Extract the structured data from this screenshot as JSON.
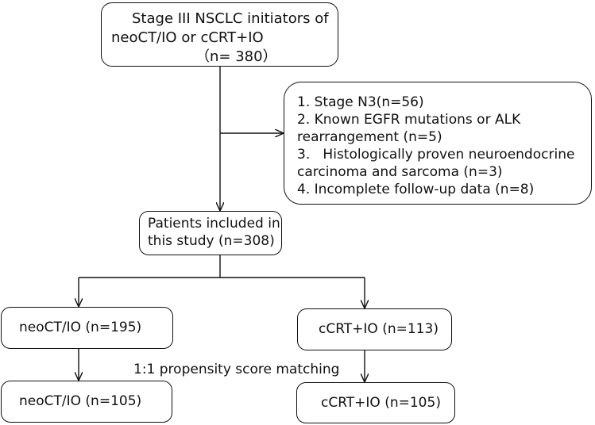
{
  "initial": {
    "lines": [
      "Stage III NSCLC initiators of",
      "neoCT/IO or cCRT+IO",
      "（n= 380）"
    ]
  },
  "exclusion": {
    "lines": [
      "1. Stage N3(n=56)",
      "2. Known EGFR mutations or ALK",
      "rearrangement (n=5)",
      "3.   Histologically proven neuroendocrine",
      "carcinoma and sarcoma (n=3)",
      "4. Incomplete follow-up data (n=8)"
    ]
  },
  "included": {
    "lines": [
      "Patients included in",
      "this study (n=308)"
    ]
  },
  "neoct_before": "neoCT/IO (n=195)",
  "ccrt_before": "cCRT+IO (n=113)",
  "matching_label": "1:1 propensity score matching",
  "neoct_after": "neoCT/IO (n=105)",
  "ccrt_after": "cCRT+IO (n=105)"
}
